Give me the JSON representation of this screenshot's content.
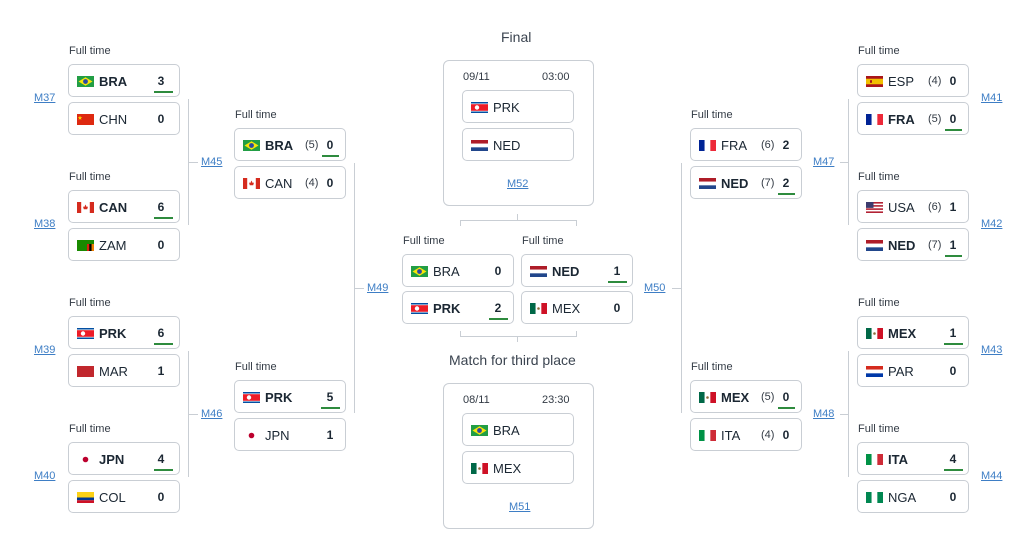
{
  "labels": {
    "full_time": "Full time"
  },
  "final": {
    "title": "Final",
    "date": "09/11",
    "time": "03:00",
    "link": "M52",
    "home": {
      "code": "PRK",
      "flag": "prk"
    },
    "away": {
      "code": "NED",
      "flag": "ned"
    }
  },
  "third_place": {
    "title": "Match for third place",
    "date": "08/11",
    "time": "23:30",
    "link": "M51",
    "home": {
      "code": "BRA",
      "flag": "bra"
    },
    "away": {
      "code": "MEX",
      "flag": "mex"
    }
  },
  "matches": {
    "M37": {
      "link": "M37",
      "status": "Full time",
      "home": {
        "code": "BRA",
        "flag": "bra",
        "score": "3",
        "winner": true
      },
      "away": {
        "code": "CHN",
        "flag": "chn",
        "score": "0"
      }
    },
    "M38": {
      "link": "M38",
      "status": "Full time",
      "home": {
        "code": "CAN",
        "flag": "can",
        "score": "6",
        "winner": true
      },
      "away": {
        "code": "ZAM",
        "flag": "zam",
        "score": "0"
      }
    },
    "M39": {
      "link": "M39",
      "status": "Full time",
      "home": {
        "code": "PRK",
        "flag": "prk",
        "score": "6",
        "winner": true
      },
      "away": {
        "code": "MAR",
        "flag": "mar",
        "score": "1"
      }
    },
    "M40": {
      "link": "M40",
      "status": "Full time",
      "home": {
        "code": "JPN",
        "flag": "jpn",
        "score": "4",
        "winner": true
      },
      "away": {
        "code": "COL",
        "flag": "col",
        "score": "0"
      }
    },
    "M45": {
      "link": "M45",
      "status": "Full time",
      "home": {
        "code": "BRA",
        "flag": "bra",
        "pen": "(5)",
        "score": "0",
        "winner": true
      },
      "away": {
        "code": "CAN",
        "flag": "can",
        "pen": "(4)",
        "score": "0"
      }
    },
    "M46": {
      "link": "M46",
      "status": "Full time",
      "home": {
        "code": "PRK",
        "flag": "prk",
        "score": "5",
        "winner": true
      },
      "away": {
        "code": "JPN",
        "flag": "jpn",
        "score": "1"
      }
    },
    "M49": {
      "link": "M49",
      "status": "Full time",
      "home": {
        "code": "BRA",
        "flag": "bra",
        "score": "0"
      },
      "away": {
        "code": "PRK",
        "flag": "prk",
        "score": "2",
        "winner": true
      }
    },
    "M50": {
      "link": "M50",
      "status": "Full time",
      "home": {
        "code": "NED",
        "flag": "ned",
        "score": "1",
        "winner": true
      },
      "away": {
        "code": "MEX",
        "flag": "mex",
        "score": "0"
      }
    },
    "M47": {
      "link": "M47",
      "status": "Full time",
      "home": {
        "code": "FRA",
        "flag": "fra",
        "pen": "(6)",
        "score": "2"
      },
      "away": {
        "code": "NED",
        "flag": "ned",
        "pen": "(7)",
        "score": "2",
        "winner": true
      }
    },
    "M48": {
      "link": "M48",
      "status": "Full time",
      "home": {
        "code": "MEX",
        "flag": "mex",
        "pen": "(5)",
        "score": "0",
        "winner": true
      },
      "away": {
        "code": "ITA",
        "flag": "ita",
        "pen": "(4)",
        "score": "0"
      }
    },
    "M41": {
      "link": "M41",
      "status": "Full time",
      "home": {
        "code": "ESP",
        "flag": "esp",
        "pen": "(4)",
        "score": "0"
      },
      "away": {
        "code": "FRA",
        "flag": "fra",
        "pen": "(5)",
        "score": "0",
        "winner": true
      }
    },
    "M42": {
      "link": "M42",
      "status": "Full time",
      "home": {
        "code": "USA",
        "flag": "usa",
        "pen": "(6)",
        "score": "1"
      },
      "away": {
        "code": "NED",
        "flag": "ned",
        "pen": "(7)",
        "score": "1",
        "winner": true
      }
    },
    "M43": {
      "link": "M43",
      "status": "Full time",
      "home": {
        "code": "MEX",
        "flag": "mex",
        "score": "1",
        "winner": true
      },
      "away": {
        "code": "PAR",
        "flag": "par",
        "score": "0"
      }
    },
    "M44": {
      "link": "M44",
      "status": "Full time",
      "home": {
        "code": "ITA",
        "flag": "ita",
        "score": "4",
        "winner": true
      },
      "away": {
        "code": "NGA",
        "flag": "nga",
        "score": "0"
      }
    }
  }
}
